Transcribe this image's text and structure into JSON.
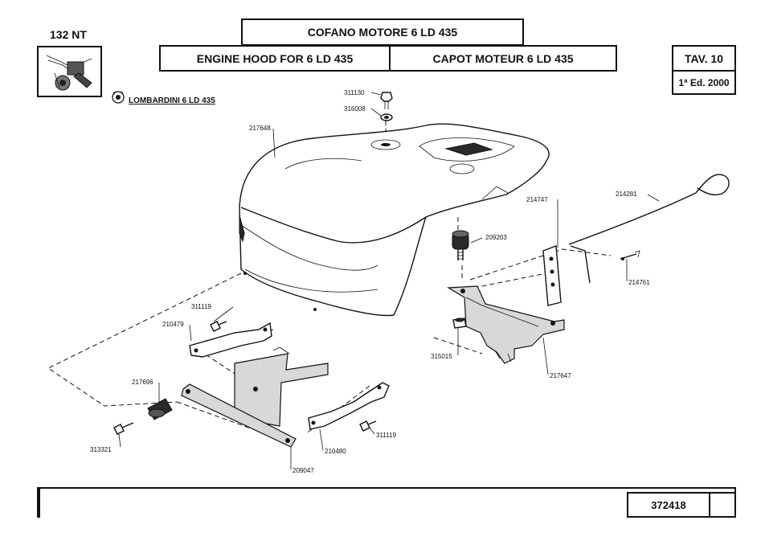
{
  "header": {
    "model": "132 NT",
    "title_it": "COFANO MOTORE 6 LD 435",
    "title_en": "ENGINE HOOD FOR 6 LD 435",
    "title_fr": "CAPOT MOTEUR 6  LD 435",
    "table_no": "TAV. 10",
    "edition": "1ª Ed. 2000"
  },
  "engine_label": "LOMBARDINI 6 LD 435",
  "footer": {
    "doc_number": "372418"
  },
  "parts": {
    "p311130": "311130",
    "p316008": "316008",
    "p217648": "217648",
    "p214747": "214747",
    "p214281": "214281",
    "p209203": "209203",
    "p214761": "214761",
    "p311119a": "311119",
    "p210479": "210479",
    "p315015": "315015",
    "p217647": "217647",
    "p217696": "217696",
    "p313321": "313321",
    "p311119b": "311119",
    "p210480": "210480",
    "p209047": "209047"
  }
}
